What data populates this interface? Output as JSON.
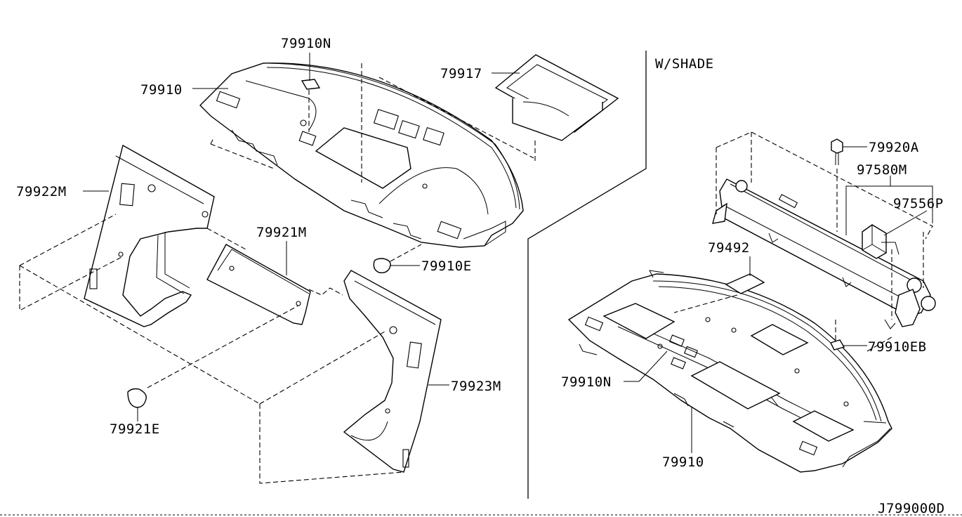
{
  "section_label": "W/SHADE",
  "drawing_code": "J799000D",
  "callouts": {
    "p79910n_top": "79910N",
    "p79910_top": "79910",
    "p79917": "79917",
    "p79922m": "79922M",
    "p79921m": "79921M",
    "p79910e": "79910E",
    "p79923m": "79923M",
    "p79921e": "79921E",
    "p79920a": "79920A",
    "p97580m": "97580M",
    "p97556p": "97556P",
    "p79492": "79492",
    "p79910eb": "79910EB",
    "p79910n_bottom": "79910N",
    "p79910_bottom": "79910"
  }
}
